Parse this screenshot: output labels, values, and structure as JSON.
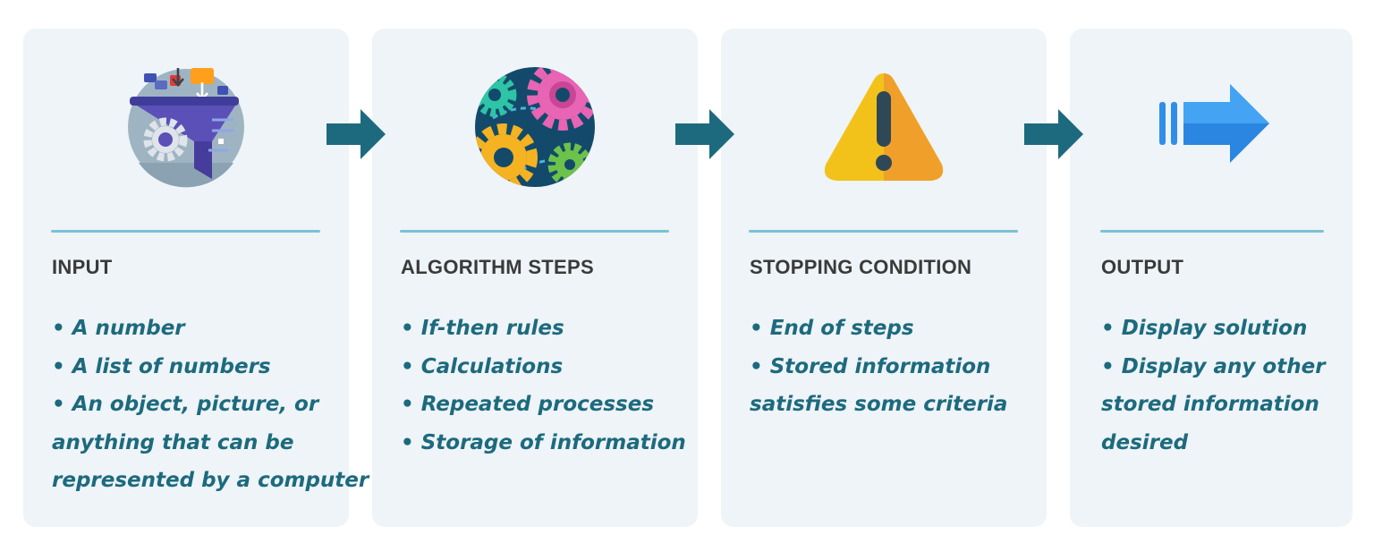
{
  "stages": [
    {
      "title": "INPUT",
      "icon": "funnel-gear-icon",
      "items": [
        "• A number",
        "• A list of numbers",
        "• An object, picture, or",
        "anything that can be",
        "represented by a computer"
      ]
    },
    {
      "title": "ALGORITHM STEPS",
      "icon": "gears-icon",
      "items": [
        "• If-then rules",
        "• Calculations",
        "• Repeated processes",
        "• Storage of information"
      ]
    },
    {
      "title": "STOPPING CONDITION",
      "icon": "warning-icon",
      "items": [
        "• End of steps",
        "• Stored information",
        "satisfies some criteria"
      ]
    },
    {
      "title": "OUTPUT",
      "icon": "forward-arrow-icon",
      "items": [
        "• Display solution",
        "• Display any other",
        "stored information",
        "desired"
      ]
    }
  ],
  "connector_icon": "flow-arrow-icon",
  "colors": {
    "card_background": "#eef4f7",
    "divider": "#7cc1d6",
    "title_text": "#3a3a3a",
    "item_text": "#1d6a7e",
    "connector": "#1d6a7e"
  }
}
